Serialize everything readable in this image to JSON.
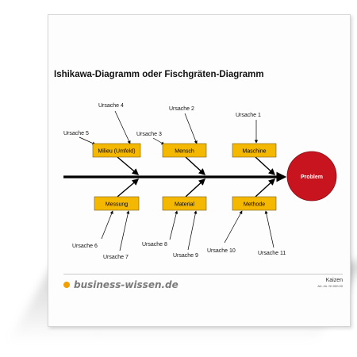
{
  "title": "Ishikawa-Diagramm oder Fischgräten-Diagramm",
  "problem": "Problem",
  "categories": {
    "milieu": "Milieu (Umfeld)",
    "mensch": "Mensch",
    "maschine": "Maschine",
    "messung": "Messung",
    "material": "Material",
    "methode": "Methode"
  },
  "causes": {
    "u1": "Ursache 1",
    "u2": "Ursache 2",
    "u3": "Ursache 3",
    "u4": "Ursache 4",
    "u5": "Ursache 5",
    "u6": "Ursache 6",
    "u7": "Ursache 7",
    "u8": "Ursache 8",
    "u9": "Ursache 9",
    "u10": "Ursache 10",
    "u11": "Ursache 11"
  },
  "footer": {
    "logo_text": "business-wissen.de",
    "brand": "Kaizen",
    "article": "Art.-Nr. 00.000.00"
  },
  "colors": {
    "box_fill": "#f5b800",
    "problem_fill": "#c8141e"
  }
}
